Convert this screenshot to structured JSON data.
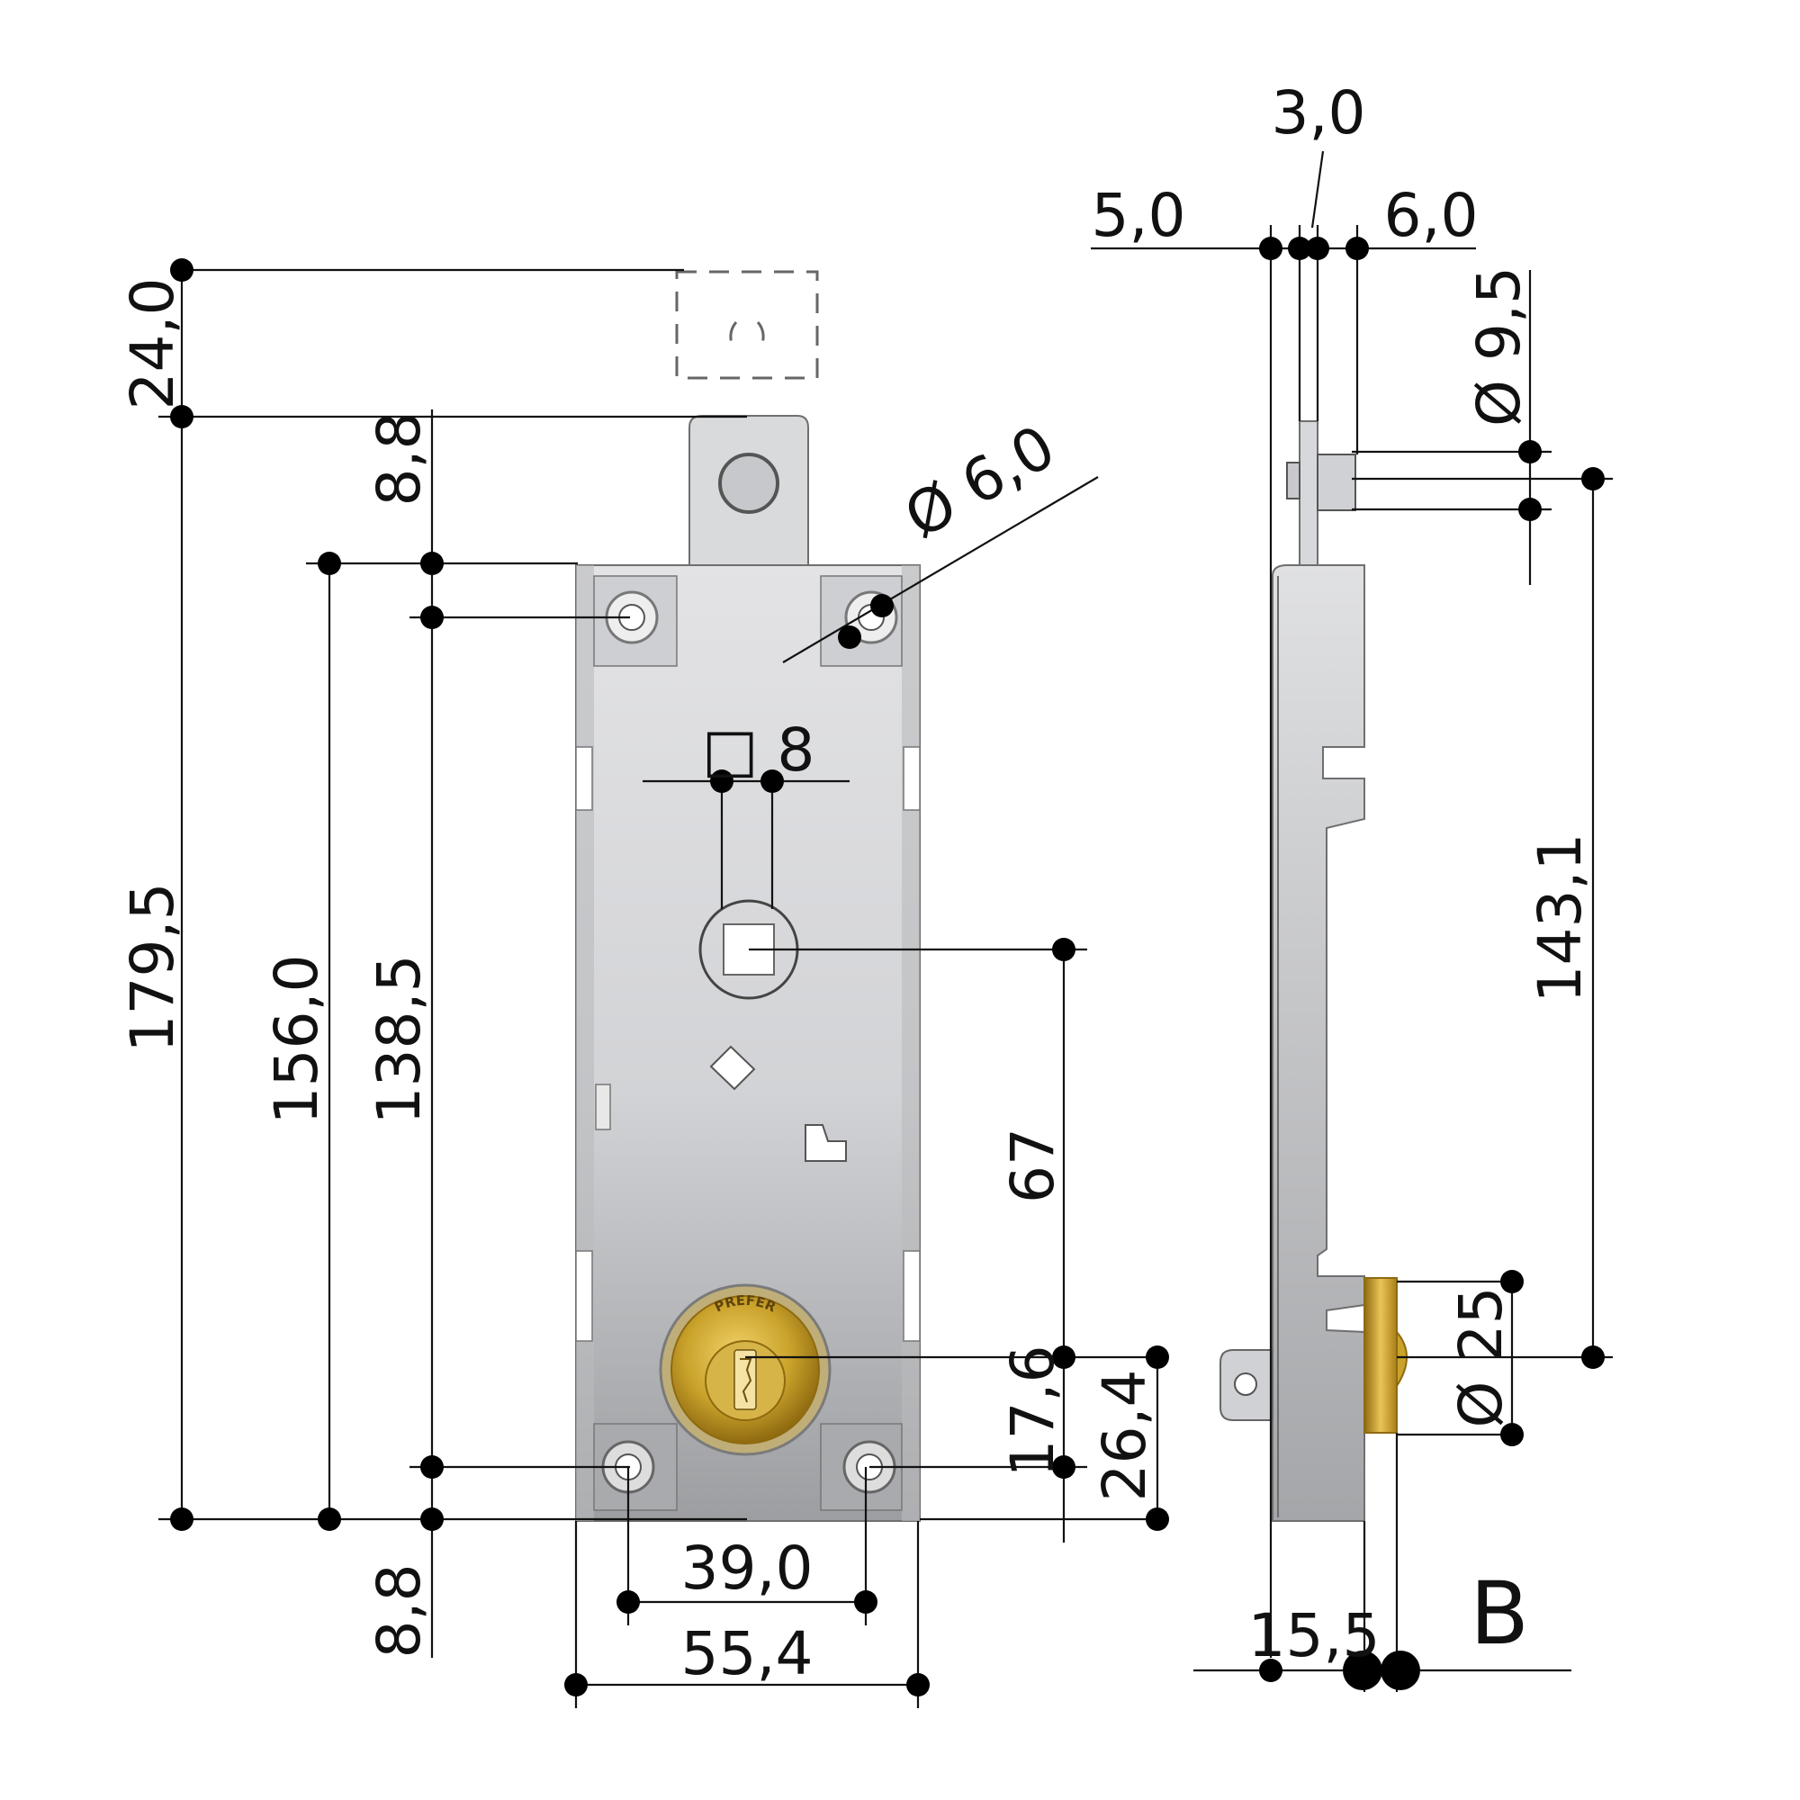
{
  "colors": {
    "line": "#111111",
    "plate_top": "#e3e3e5",
    "plate_bottom": "#9d9ea1",
    "brass": "#c9a22b",
    "brass_dark": "#8f6a10"
  },
  "cylinder_brand": "PREFER",
  "front_view": {
    "dimensions": {
      "tab_height": "24,0",
      "total_height": "179,5",
      "plate_height": "156,0",
      "hole_spacing_vertical": "138,5",
      "hole_offset_top": "8,8",
      "hole_offset_bottom": "8,8",
      "screw_hole_diameter": "Ø 6,0",
      "square_follower": "□ 8",
      "follower_to_cylinder": "67",
      "cylinder_to_hole": "17,6",
      "cylinder_to_bottom": "26,4",
      "hole_spacing_horizontal": "39,0",
      "plate_width": "55,4"
    }
  },
  "side_view": {
    "label": "B",
    "dimensions": {
      "offset_left": "5,0",
      "tab_thickness": "3,0",
      "offset_right": "6,0",
      "pin_diameter": "Ø 9,5",
      "pin_to_cylinder": "143,1",
      "cylinder_diameter": "Ø 25",
      "depth": "15,5"
    }
  }
}
